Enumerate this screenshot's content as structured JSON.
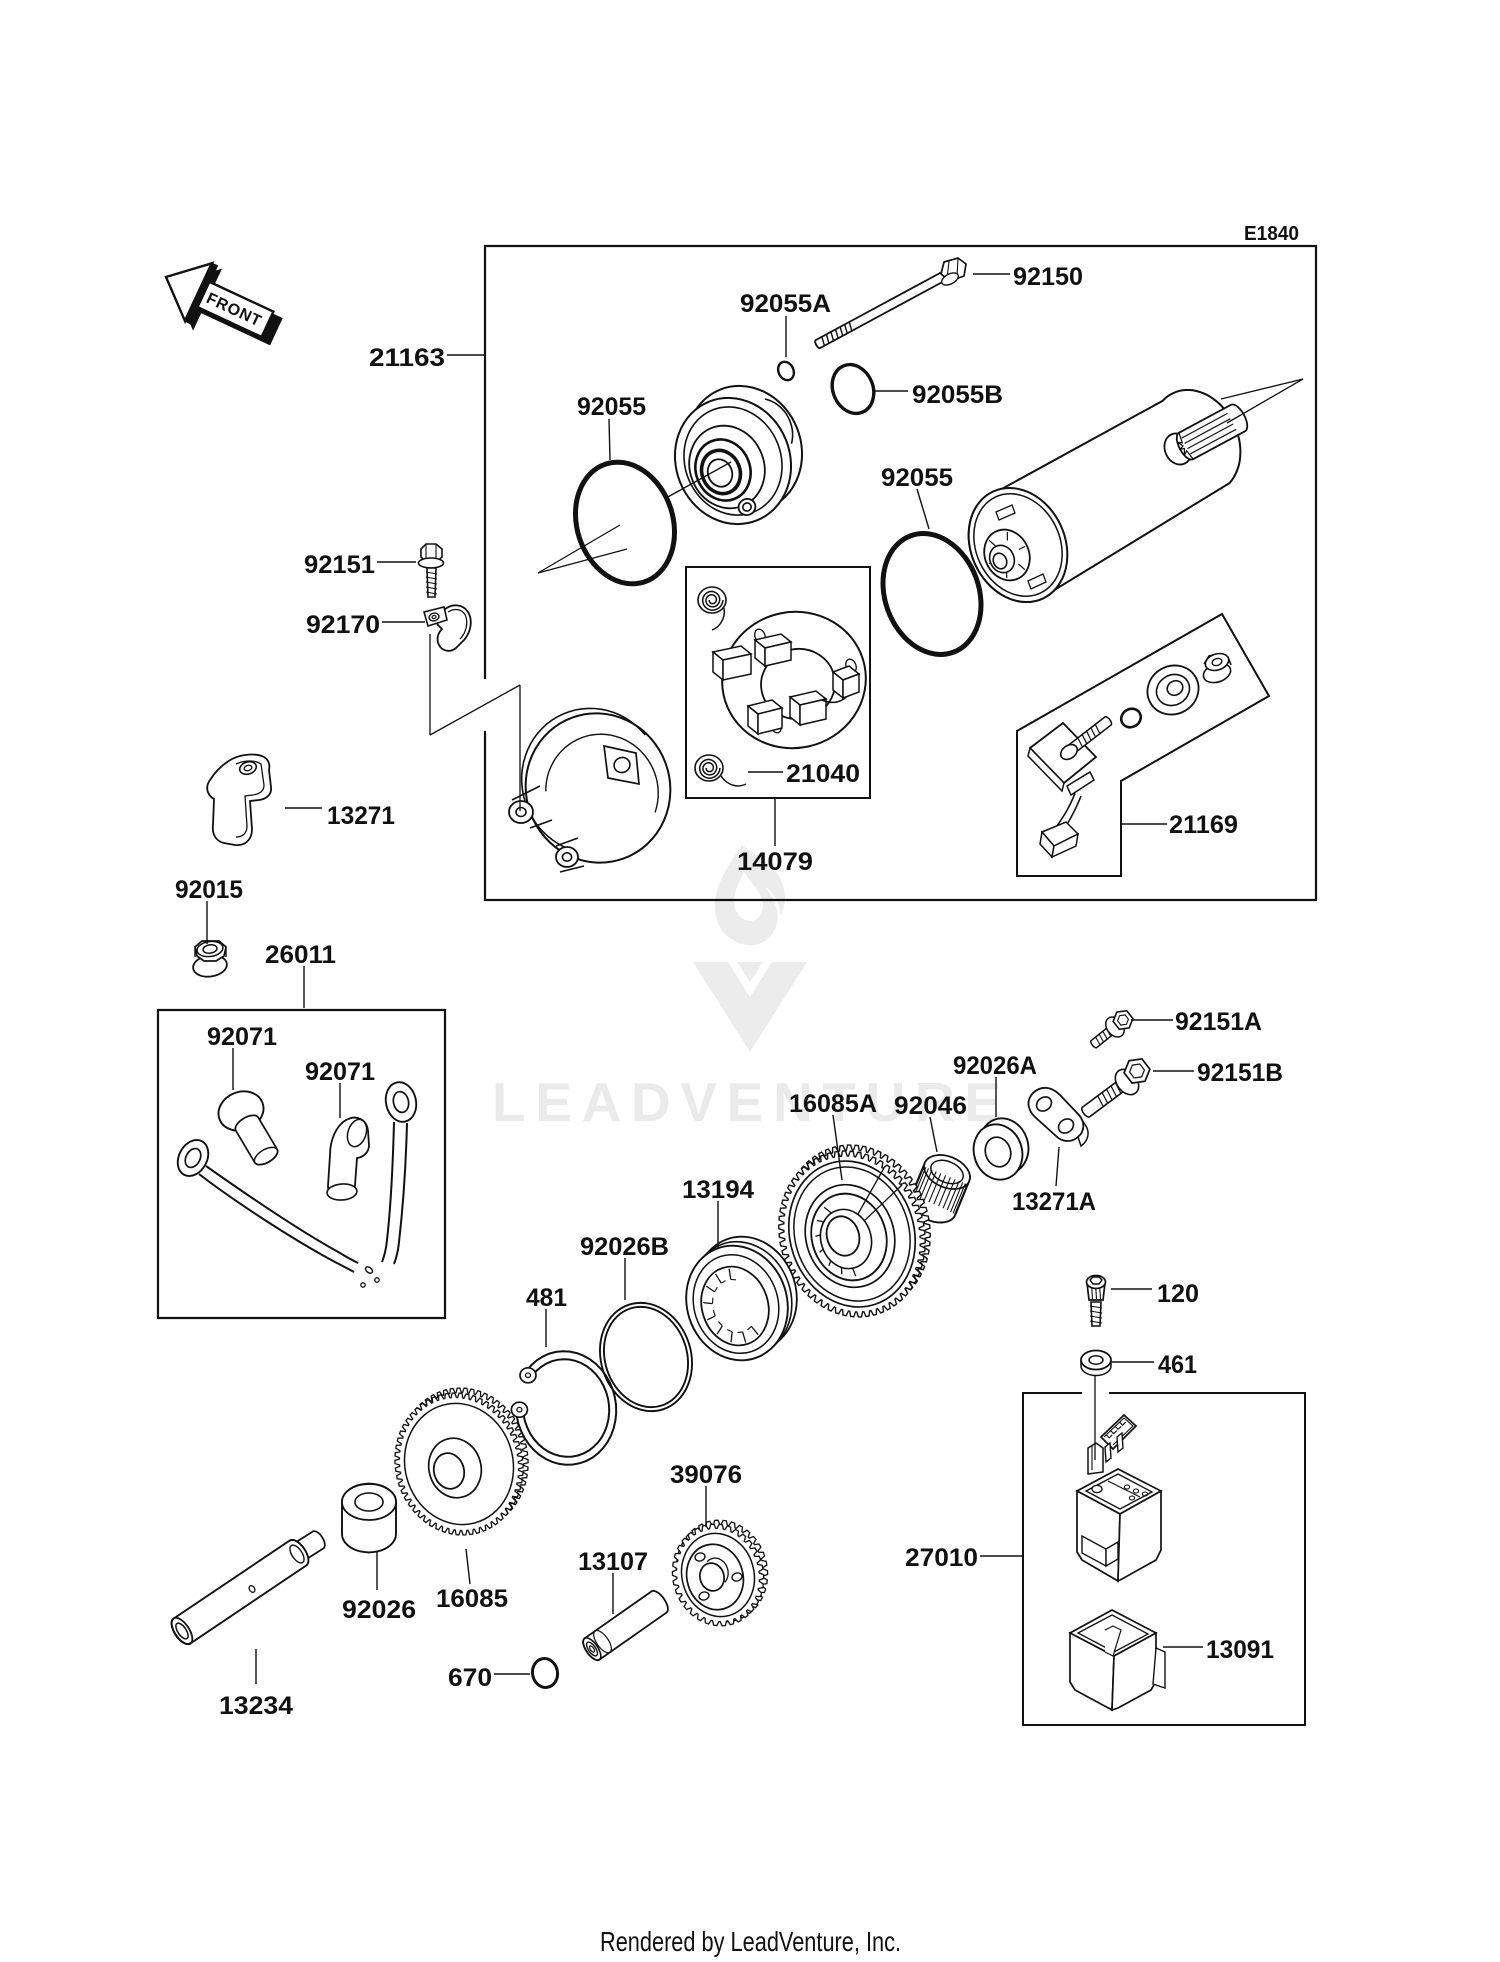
{
  "document": {
    "drawing_code": "E1840",
    "orientation_marker": "FRONT",
    "watermark": {
      "text": "LEADVENTURE"
    },
    "footer": "Rendered by LeadVenture, Inc.",
    "colors": {
      "ink": "#111111",
      "watermark": "#eaeaea",
      "background": "#ffffff"
    },
    "parts": [
      {
        "ref": "21163"
      },
      {
        "ref": "92150"
      },
      {
        "ref": "92055A"
      },
      {
        "ref": "92055B"
      },
      {
        "ref": "92055"
      },
      {
        "ref": "92055"
      },
      {
        "ref": "92151"
      },
      {
        "ref": "92170"
      },
      {
        "ref": "13271"
      },
      {
        "ref": "21040"
      },
      {
        "ref": "14079"
      },
      {
        "ref": "21169"
      },
      {
        "ref": "92015"
      },
      {
        "ref": "26011"
      },
      {
        "ref": "92071"
      },
      {
        "ref": "92071"
      },
      {
        "ref": "92151A"
      },
      {
        "ref": "92026A"
      },
      {
        "ref": "92151B"
      },
      {
        "ref": "16085A"
      },
      {
        "ref": "92046"
      },
      {
        "ref": "13194"
      },
      {
        "ref": "13271A"
      },
      {
        "ref": "92026B"
      },
      {
        "ref": "481"
      },
      {
        "ref": "120"
      },
      {
        "ref": "461"
      },
      {
        "ref": "39076"
      },
      {
        "ref": "13107"
      },
      {
        "ref": "27010"
      },
      {
        "ref": "92026"
      },
      {
        "ref": "16085"
      },
      {
        "ref": "13234"
      },
      {
        "ref": "670"
      },
      {
        "ref": "13091"
      }
    ]
  }
}
